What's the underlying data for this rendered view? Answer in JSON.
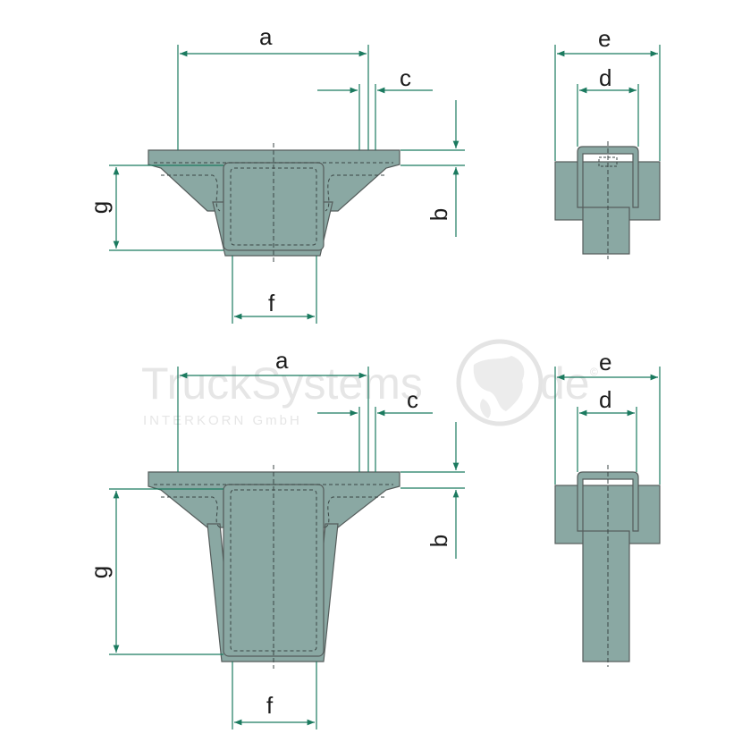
{
  "watermark": {
    "brand": "TruckSystems",
    "domain": "de",
    "registered": "©",
    "company": "INTERKORN GmbH"
  },
  "labels": {
    "a": "a",
    "b": "b",
    "c": "c",
    "d": "d",
    "e": "e",
    "f": "f",
    "g": "g"
  },
  "colors": {
    "fill": "#8aa8a3",
    "outline": "#555c5b",
    "dimension": "#1b7a5f",
    "hidden": "#3b4645"
  }
}
